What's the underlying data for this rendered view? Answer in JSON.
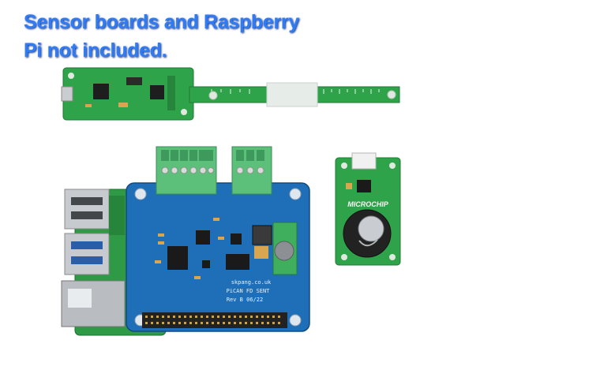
{
  "caption": {
    "line1": "Sensor boards and Raspberry",
    "line2": "Pi not included."
  },
  "silkscreen": {
    "main_board_site": "skpang.co.uk",
    "main_board_name": "PiCAN FD SENT",
    "main_board_rev": "Rev B 06/22",
    "microchip_logo": "MICROCHIP"
  },
  "colors": {
    "caption": "#2f7bf5",
    "main_pcb": "#1f6fb8",
    "sensor_pcb": "#2fa34a",
    "terminal_block": "#5cbf7a"
  },
  "icons": [
    "terminal-block-icon",
    "usb-port-icon",
    "ethernet-jack-icon",
    "gpio-header-icon",
    "inductor-icon",
    "buzzer-icon"
  ]
}
